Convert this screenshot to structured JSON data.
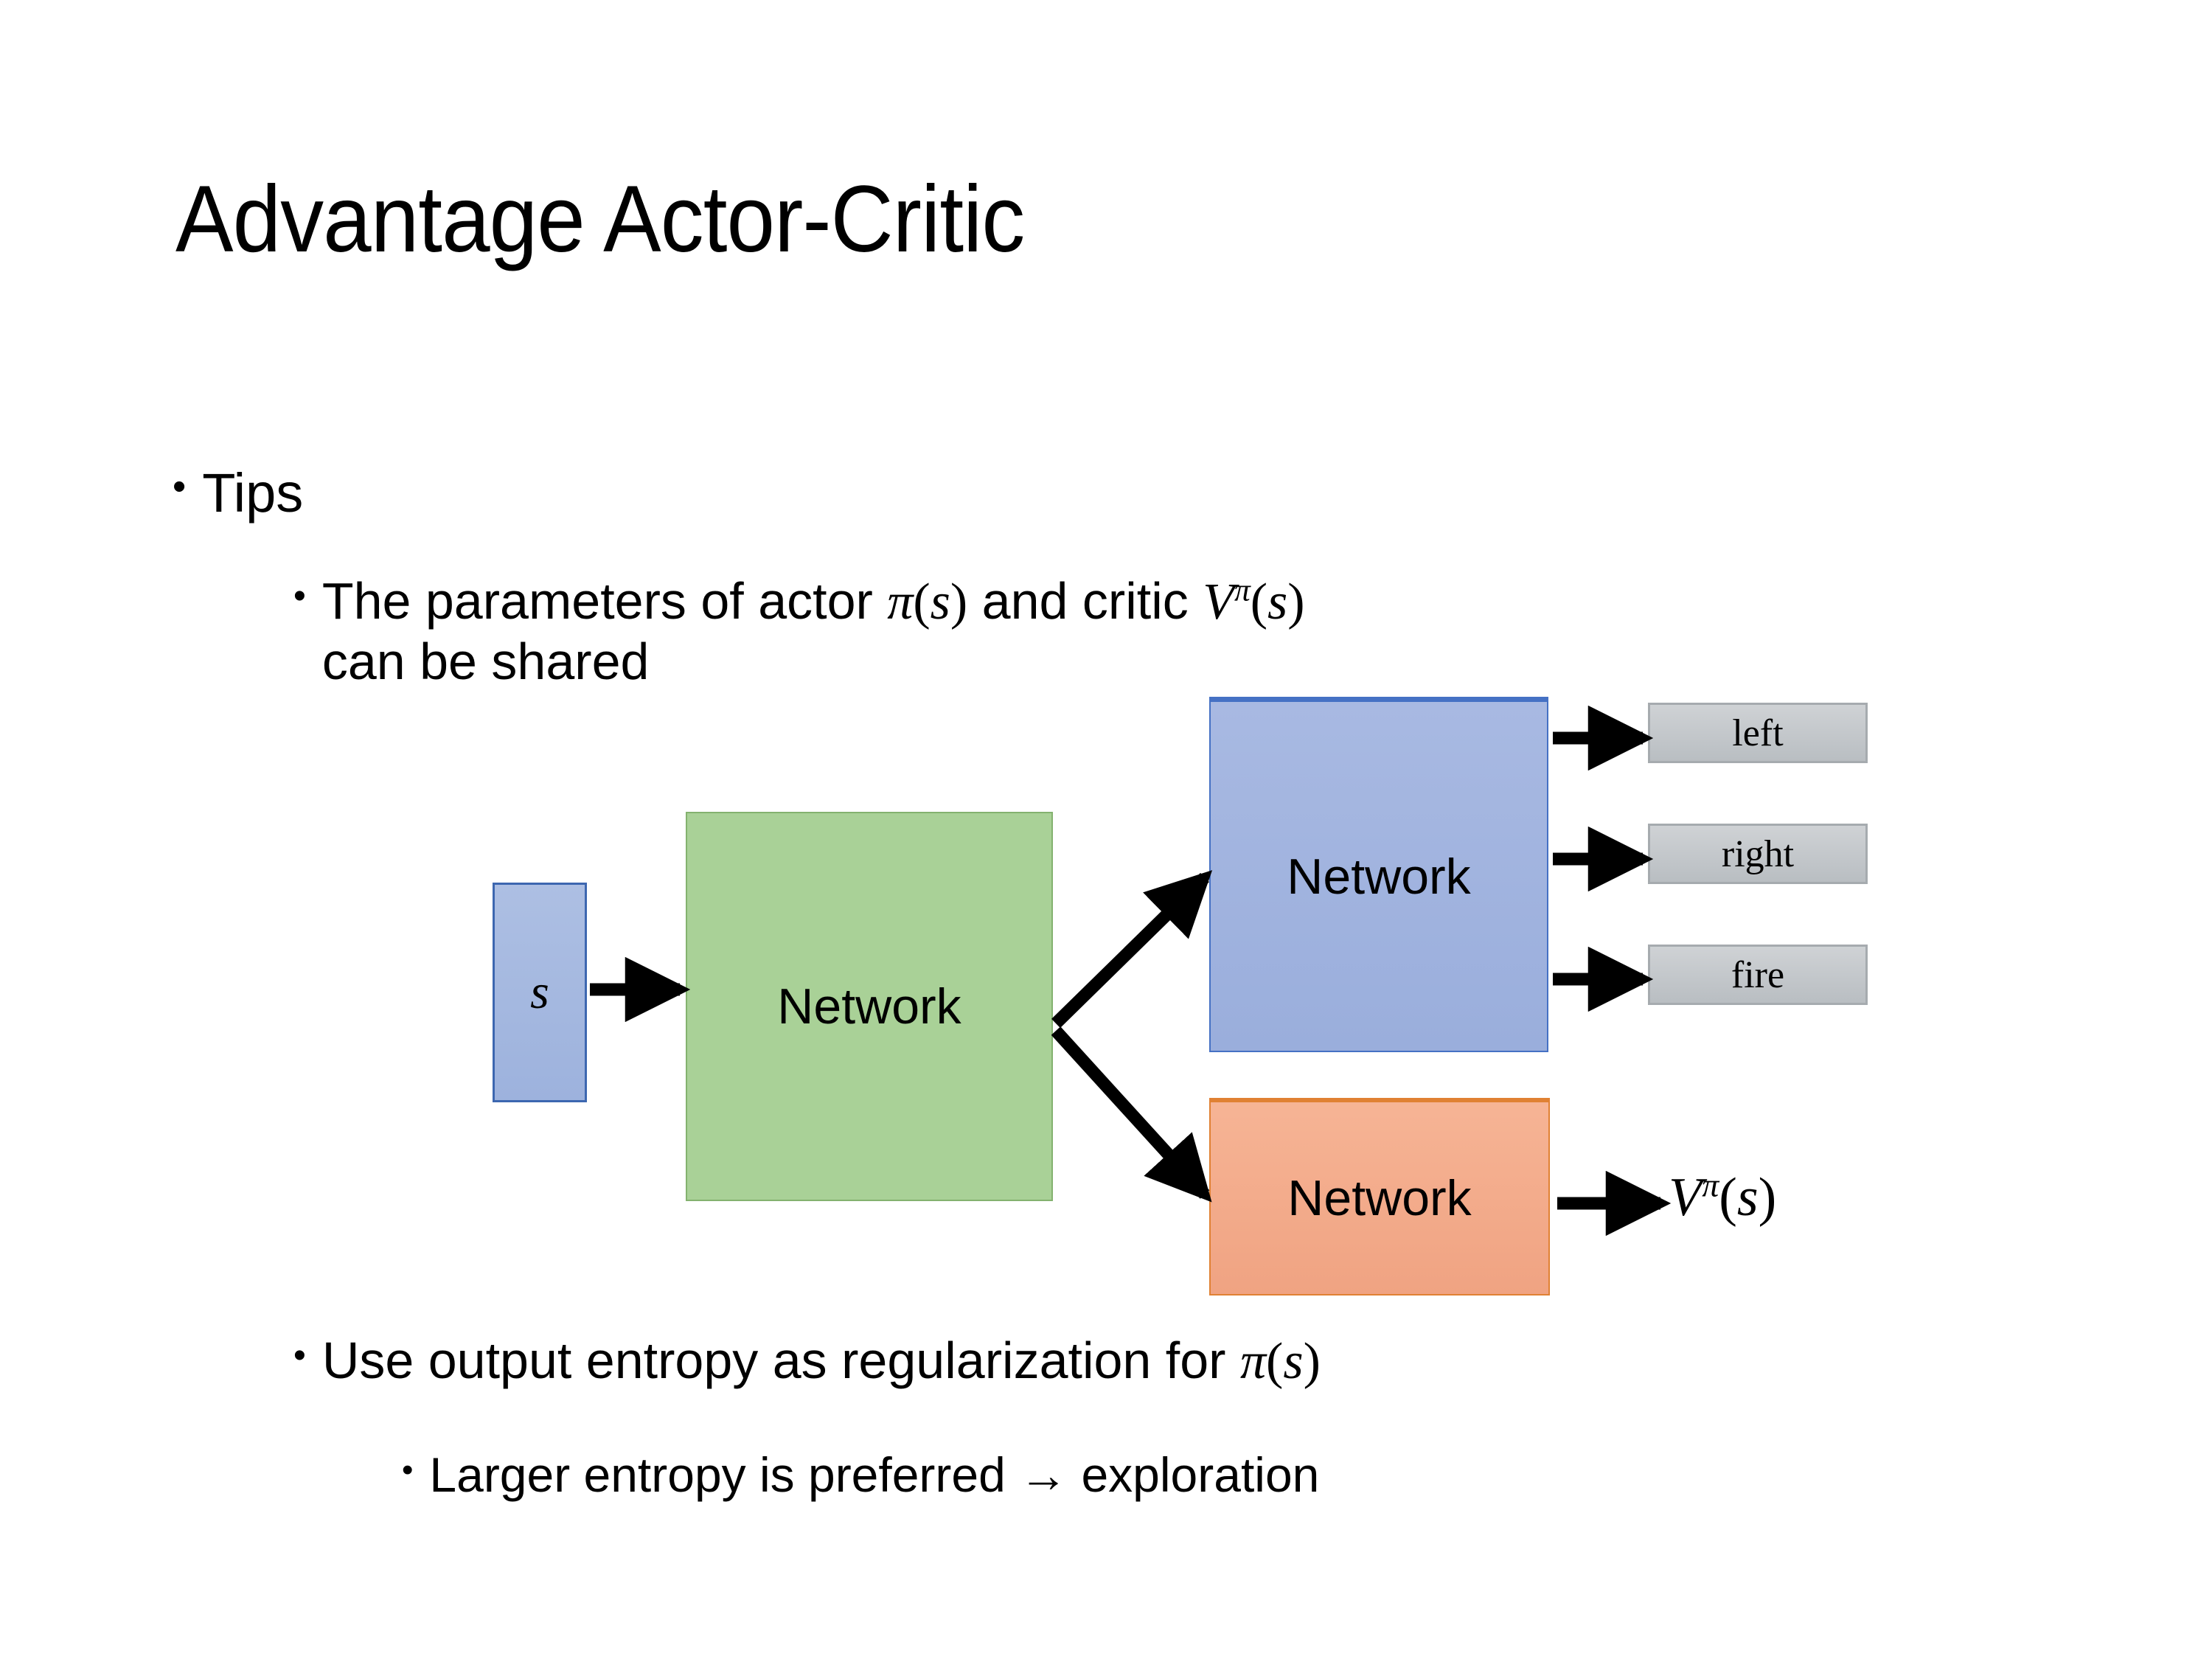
{
  "slide": {
    "title": "Advantage Actor-Critic",
    "background_color": "#ffffff"
  },
  "bullets": [
    {
      "level": 1,
      "marker": "•",
      "text": "Tips"
    },
    {
      "level": 2,
      "marker": "•",
      "text_before_math": "The parameters of actor ",
      "math_1": "π(s)",
      "text_middle": "  and critic ",
      "math_2": "Vπ(s)",
      "text_after": "can be shared",
      "full_text": "The parameters of actor π(s)  and critic Vπ(s) can be shared"
    },
    {
      "level": 2,
      "marker": "•",
      "text_before_math": "Use output entropy as regularization for ",
      "math_1": "π(s)",
      "full_text": "Use output entropy as regularization for π(s)"
    },
    {
      "level": 3,
      "marker": "•",
      "text": "Larger entropy is preferred → exploration"
    }
  ],
  "diagram": {
    "state_box": {
      "label": "s",
      "fill_color": "#a3b6de",
      "border_color": "#3d67b0"
    },
    "shared_network_box": {
      "label": "Network",
      "fill_color": "#a9d197",
      "border_color": "#84b26f"
    },
    "actor_network_box": {
      "label": "Network",
      "fill_color": "#a3b6de",
      "border_color": "#4571c4"
    },
    "critic_network_box": {
      "label": "Network",
      "fill_color": "#f3ab8b",
      "border_color": "#e08133"
    },
    "action_boxes": [
      {
        "label": "left",
        "fill_color": "#c5c9cd",
        "border_color": "#a6abaf"
      },
      {
        "label": "right",
        "fill_color": "#c5c9cd",
        "border_color": "#a6abaf"
      },
      {
        "label": "fire",
        "fill_color": "#c5c9cd",
        "border_color": "#a6abaf"
      }
    ],
    "critic_output": {
      "base": "V",
      "superscript": "π",
      "argument": "(s)"
    },
    "arrow_color": "#000000",
    "arrows": [
      {
        "name": "state-to-shared",
        "from": "state_box",
        "to": "shared_network_box"
      },
      {
        "name": "shared-to-actor",
        "from": "shared_network_box",
        "to": "actor_network_box"
      },
      {
        "name": "shared-to-critic",
        "from": "shared_network_box",
        "to": "critic_network_box"
      },
      {
        "name": "actor-to-left",
        "from": "actor_network_box",
        "to": "left"
      },
      {
        "name": "actor-to-right",
        "from": "actor_network_box",
        "to": "right"
      },
      {
        "name": "actor-to-fire",
        "from": "actor_network_box",
        "to": "fire"
      },
      {
        "name": "critic-to-value",
        "from": "critic_network_box",
        "to": "critic_output"
      }
    ]
  }
}
